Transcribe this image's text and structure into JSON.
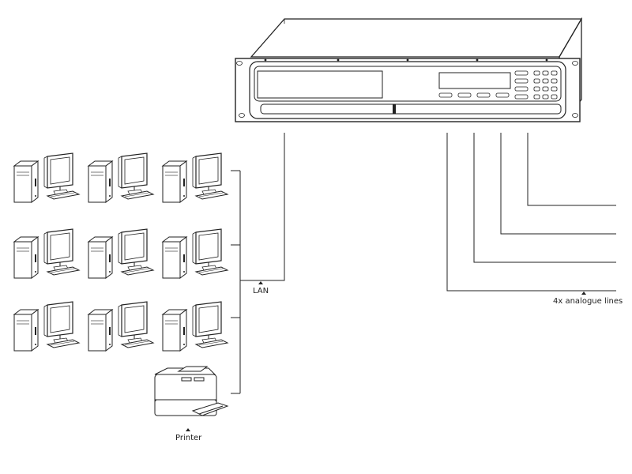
{
  "labels": {
    "lan": "LAN",
    "analogue_lines": "4x analogue lines",
    "printer": "Printer"
  },
  "icons": {
    "server": "rack-server-icon",
    "computer": "desktop-computer-icon",
    "printer": "printer-icon"
  },
  "colors": {
    "line": "#222222",
    "background": "#ffffff"
  },
  "counts": {
    "computers": 9,
    "analogue_lines": 4
  }
}
